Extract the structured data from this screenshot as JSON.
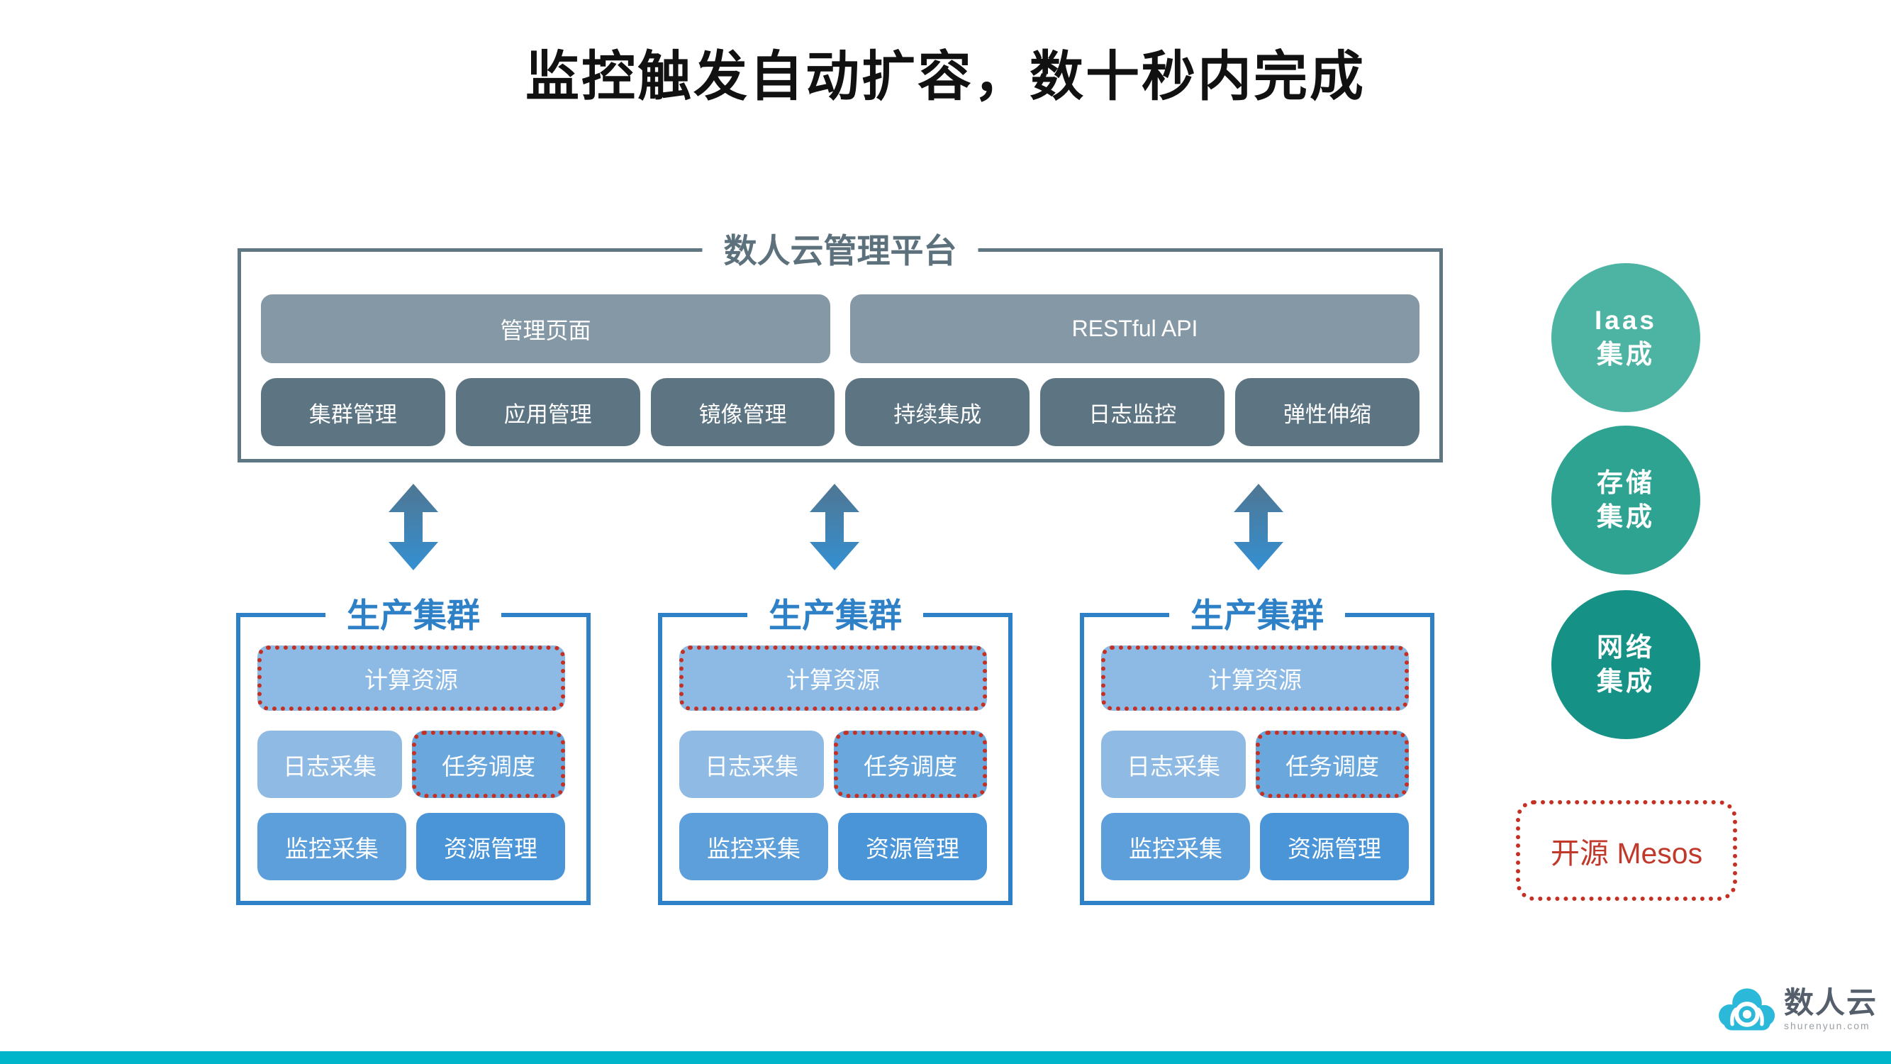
{
  "title": "监控触发自动扩容，数十秒内完成",
  "platform": {
    "title": "数人云管理平台",
    "top_row": [
      "管理页面",
      "RESTful API"
    ],
    "modules": [
      "集群管理",
      "应用管理",
      "镜像管理",
      "持续集成",
      "日志监控",
      "弹性伸缩"
    ]
  },
  "clusters": {
    "title": "生产集群",
    "compute_label": "计算资源",
    "cells": {
      "log": "日志采集",
      "task": "任务调度",
      "monitor": "监控采集",
      "resource": "资源管理"
    }
  },
  "integrations": [
    {
      "line1": "Iaas",
      "line2": "集成",
      "color": "#4db3a2"
    },
    {
      "line1": "存储",
      "line2": "集成",
      "color": "#2fa392"
    },
    {
      "line1": "网络",
      "line2": "集成",
      "color": "#169185"
    }
  ],
  "mesos_label": "开源 Mesos",
  "logo": {
    "name": "数人云",
    "domain": "shurenyun.com"
  },
  "colors": {
    "platform_border": "#5f7683",
    "platform_big_fill": "#8598a5",
    "platform_module_fill": "#5d7583",
    "cluster_border": "#2e81c6",
    "compute_fill": "#8dbae4",
    "cell_log_fill": "#8fbae3",
    "cell_task_fill": "#6aa7dd",
    "cell_monitor_fill": "#5c9fda",
    "cell_resource_fill": "#4a95d8",
    "highlight_dotted": "#c43024",
    "mesos_text": "#c0392b",
    "arrow_top": "#4f7692",
    "arrow_bottom": "#3490d3",
    "footer_bar": "#00b5c9",
    "logo_cloud": "#2cb8d8"
  }
}
